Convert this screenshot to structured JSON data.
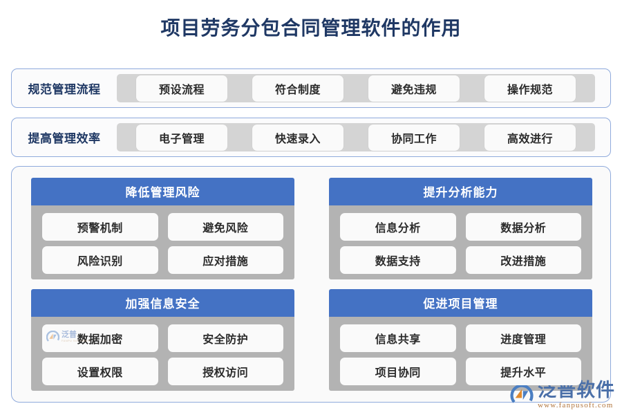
{
  "title": "项目劳务分包合同管理软件的作用",
  "colors": {
    "title_navy": "#1F3864",
    "header_blue": "#4472C4",
    "card_body_gray": "#B3B3B3",
    "band_gray": "#D4D4D4",
    "pill_white": "#FAFAFA",
    "panel_border_blue": "#8FAADC",
    "page_background": "#FFFFFF",
    "brand_blue": "#4A6FA8",
    "brand_orange": "#B1743A"
  },
  "bars": [
    {
      "label": "规范管理流程",
      "items": [
        "预设流程",
        "符合制度",
        "避免违规",
        "操作规范"
      ]
    },
    {
      "label": "提高管理效率",
      "items": [
        "电子管理",
        "快速录入",
        "协同工作",
        "高效进行"
      ]
    }
  ],
  "cards": [
    {
      "header": "降低管理风险",
      "items": [
        "预警机制",
        "避免风险",
        "风险识别",
        "应对措施"
      ]
    },
    {
      "header": "提升分析能力",
      "items": [
        "信息分析",
        "数据分析",
        "数据支持",
        "改进措施"
      ]
    },
    {
      "header": "加强信息安全",
      "items": [
        "数据加密",
        "安全防护",
        "设置权限",
        "授权访问"
      ]
    },
    {
      "header": "促进项目管理",
      "items": [
        "信息共享",
        "进度管理",
        "项目协同",
        "提升水平"
      ]
    }
  ],
  "watermark": {
    "name_cn": "泛普",
    "name_en": "FANPU SOFTWARE"
  },
  "brand": {
    "name_cn": "泛普软件",
    "website": "www.fanpusoft.com"
  }
}
